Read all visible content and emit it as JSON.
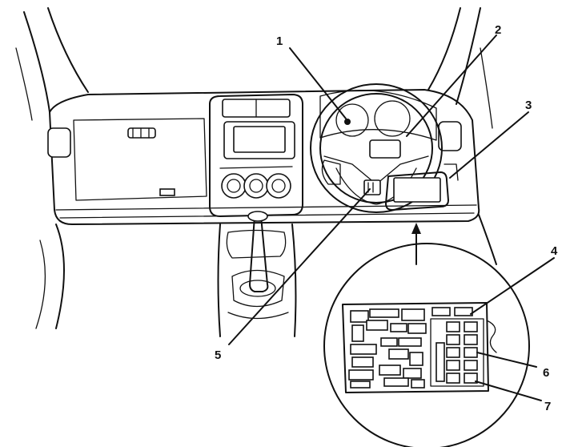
{
  "diagram": {
    "callouts": [
      {
        "id": "1",
        "label": "1"
      },
      {
        "id": "2",
        "label": "2"
      },
      {
        "id": "3",
        "label": "3"
      },
      {
        "id": "4",
        "label": "4"
      },
      {
        "id": "5",
        "label": "5"
      },
      {
        "id": "6",
        "label": "6"
      },
      {
        "id": "7",
        "label": "7"
      }
    ],
    "line_color": "#111111",
    "background": "#ffffff"
  }
}
